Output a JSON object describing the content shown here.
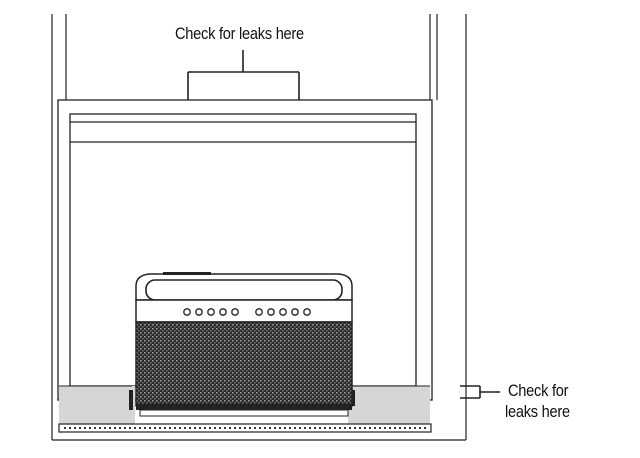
{
  "callouts": {
    "top": "Check for leaks here",
    "right_line1": "Check for",
    "right_line2": "leaks here"
  },
  "colors": {
    "line": "#222222",
    "seal": "#d6d6d6",
    "grille_dark": "#1a1a1a",
    "grille_light": "#bdbdbd"
  },
  "controls": {
    "left_buttons": 5,
    "right_buttons": 5
  }
}
